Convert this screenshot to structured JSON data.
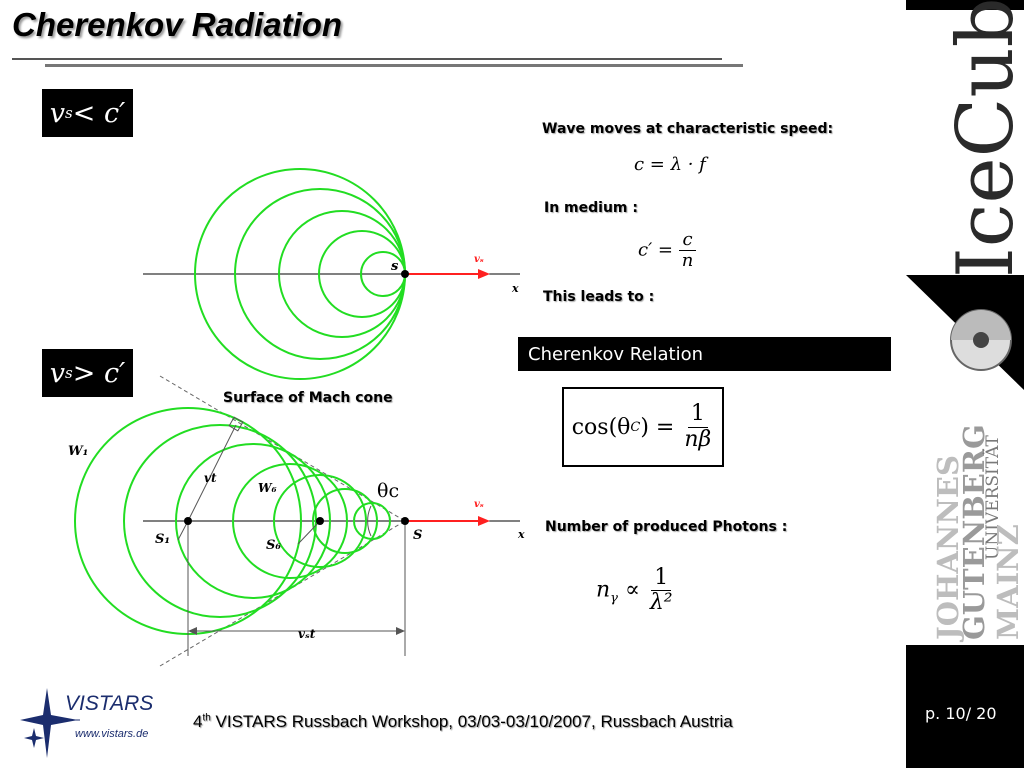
{
  "slide": {
    "title": "Cherenkov Radiation",
    "page_label": "p. 10/ 20",
    "footer_sup": "th",
    "footer_text": " VISTARS Russbach Workshop, 03/03-03/10/2007, Russbach Austria",
    "footer_number": "4"
  },
  "diagram_top": {
    "condition_v": "v",
    "condition_sub": "s",
    "condition_rest": " < c′",
    "label_s": "s",
    "label_vs": "vₛ",
    "label_x": "x"
  },
  "diagram_bottom": {
    "condition_v": "v",
    "condition_sub": "s",
    "condition_rest": " > c′",
    "mach_label": "Surface of Mach cone",
    "theta_label": "θc",
    "label_w1": "W₁",
    "label_w6": "W₆",
    "label_vt": "vt",
    "label_s1": "S₁",
    "label_s6": "S₆",
    "label_s": "S",
    "label_vs": "vₛ",
    "label_x": "x",
    "label_vst": "vₛt"
  },
  "text_panel": {
    "wave_label": "Wave moves at characteristic speed:",
    "medium_label": "In medium :",
    "leads_label": "This leads to :",
    "relation_title": "Cherenkov Relation",
    "photons_label": "Number of produced Photons :"
  },
  "formulas": {
    "wave": "c = λ · f",
    "medium_lhs": "c′ =",
    "medium_num": "c",
    "medium_den": "n",
    "cos_lhs": "cos(θ",
    "cos_sub": "C",
    "cos_rhs": ") =",
    "cos_num": "1",
    "cos_den": "nβ",
    "photon_lhs": "n",
    "photon_sub": "γ",
    "photon_prop": " ∝ ",
    "photon_num": "1",
    "photon_den": "λ²"
  },
  "branding": {
    "icecube": "IceCube",
    "uni_line1": "JOHANNES",
    "uni_line2": "GUTENBERG",
    "uni_line3": "UNIVERSITÄT",
    "uni_line4": "MAINZ",
    "vistars_name": "VISTARS",
    "vistars_url": "www.vistars.de"
  },
  "colors": {
    "wavefront": "#22dd22",
    "velocity_arrow": "#ff2020",
    "sidebar": "#000000"
  }
}
